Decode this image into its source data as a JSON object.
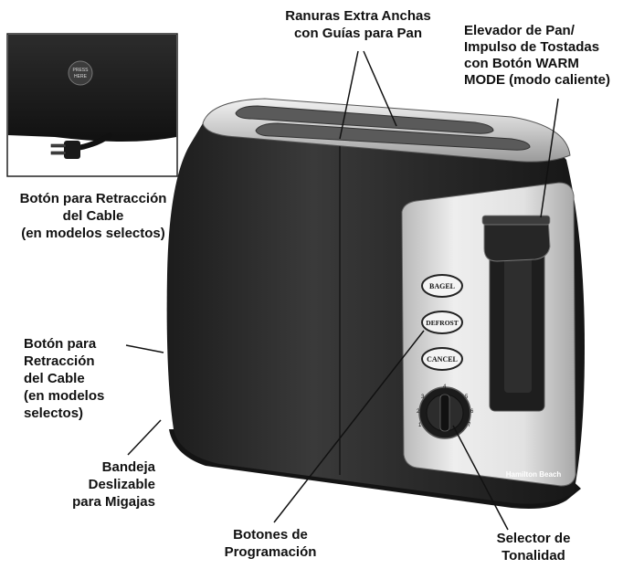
{
  "labels": {
    "slots": [
      "Ranuras Extra Anchas",
      "con Guías para Pan"
    ],
    "lever": [
      "Elevador de Pan/",
      "Impulso de Tostadas",
      "con Botón WARM",
      "MODE (modo caliente)"
    ],
    "cord_inset": [
      "Botón para Retracción",
      "del Cable",
      "(en modelos selectos)"
    ],
    "cord_side": [
      "Botón para",
      "Retracción",
      "del Cable",
      "(en modelos",
      "selectos)"
    ],
    "crumb_tray": [
      "Bandeja",
      "Deslizable",
      "para Migajas"
    ],
    "program_buttons": [
      "Botones de",
      "Programación"
    ],
    "shade_selector": [
      "Selector de",
      "Tonalidad"
    ]
  },
  "buttons": {
    "bagel": "BAGEL",
    "defrost": "DEFROST",
    "cancel": "CANCEL"
  },
  "inset_button_text": [
    "PRESS",
    "HERE"
  ],
  "brand": "Hamilton Beach",
  "dial_marks": [
    "1",
    "2",
    "3",
    "4",
    "5",
    "6",
    "7"
  ],
  "colors": {
    "body": "#2a2a2a",
    "panel": "#d9d9d9",
    "steel": "#c8c8c8",
    "text": "#111111"
  }
}
